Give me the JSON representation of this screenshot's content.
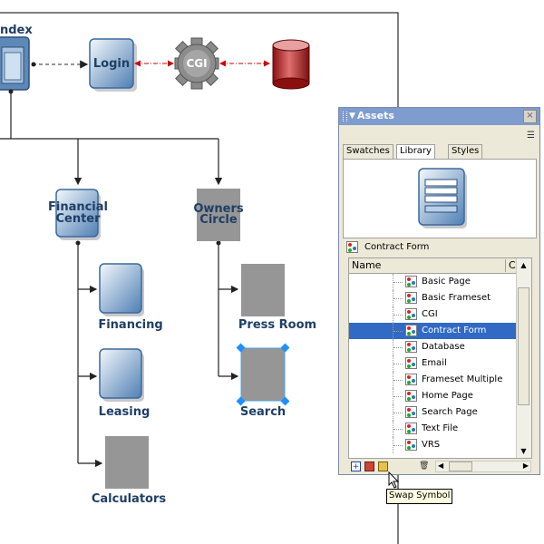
{
  "diagram": {
    "nodes": {
      "index": "ndex",
      "login": "Login",
      "cgi": "CGI",
      "financial_center_line1": "Financial",
      "financial_center_line2": "Center",
      "owners_circle_line1": "Owners",
      "owners_circle_line2": "Circle",
      "financing": "Financing",
      "leasing": "Leasing",
      "calculators": "Calculators",
      "press_room": "Press Room",
      "search": "Search"
    },
    "colors": {
      "node_blue": "#6a95c2",
      "node_gray": "#999999",
      "arrow_red": "#cc0000",
      "label": "#1f3f66"
    }
  },
  "assets_panel": {
    "title": "Assets",
    "tabs": [
      "Swatches",
      "Library",
      "Styles"
    ],
    "active_tab": "Library",
    "selected_item": "Contract Form",
    "columns": {
      "name": "Name",
      "second": "Co"
    },
    "items": [
      "Basic Page",
      "Basic Frameset",
      "CGI",
      "Contract Form",
      "Database",
      "Email",
      "Frameset Multiple",
      "Home Page",
      "Search Page",
      "Text File",
      "VRS"
    ],
    "selected_index": 3,
    "tooltip": "Swap Symbol"
  }
}
